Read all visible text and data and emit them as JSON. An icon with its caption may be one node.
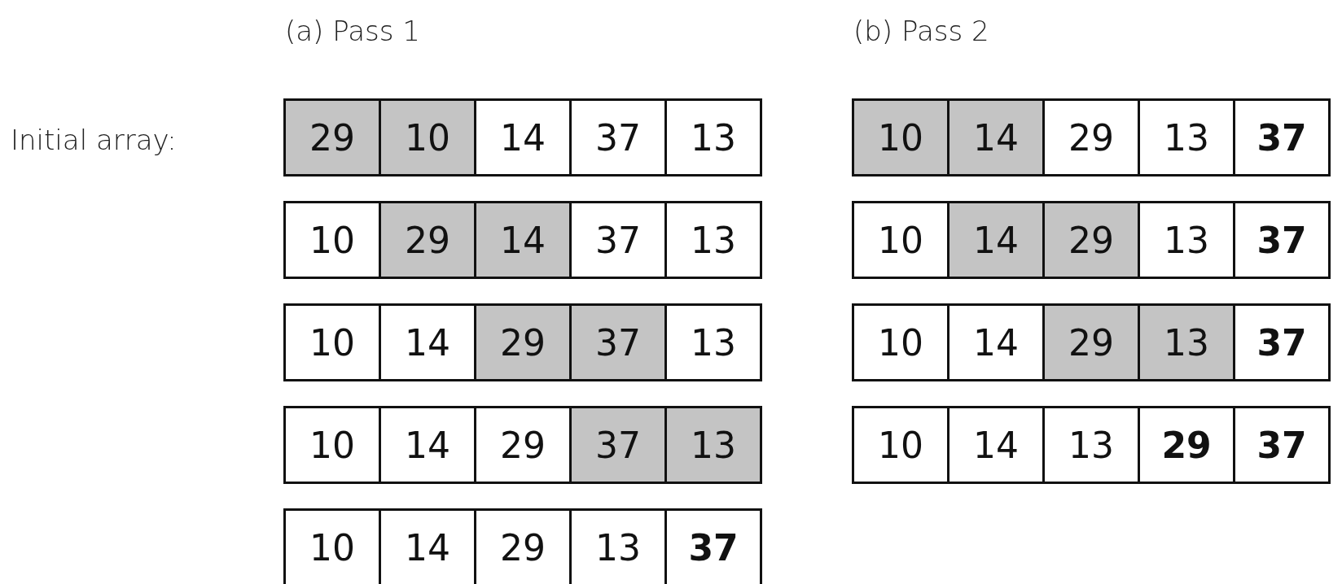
{
  "diagram": {
    "nodes": [
      {
        "text": [
          "29"
        ]
      },
      {
        "text": [
          "10"
        ]
      },
      {
        "text": [
          "14"
        ]
      },
      {
        "text": [
          "37"
        ]
      },
      {
        "text": [
          "13"
        ]
      },
      {
        "text": [
          "10"
        ]
      },
      {
        "text": [
          "29"
        ]
      },
      {
        "text": [
          "14"
        ]
      },
      {
        "text": [
          "37"
        ]
      },
      {
        "text": [
          "13"
        ]
      },
      {
        "text": [
          "10"
        ]
      },
      {
        "text": [
          "14"
        ]
      },
      {
        "text": [
          "29"
        ]
      },
      {
        "text": [
          "37"
        ]
      },
      {
        "text": [
          "13"
        ]
      },
      {
        "text": [
          "10"
        ]
      },
      {
        "text": [
          "14"
        ]
      },
      {
        "text": [
          "29"
        ]
      },
      {
        "text": [
          "37"
        ]
      },
      {
        "text": [
          "13"
        ]
      },
      {
        "text": [
          "10"
        ]
      },
      {
        "text": [
          "14"
        ]
      },
      {
        "text": [
          "29"
        ]
      },
      {
        "text": [
          "13"
        ]
      },
      {
        "text": [
          "37"
        ]
      },
      {
        "text": [
          "10"
        ]
      },
      {
        "text": [
          "14"
        ]
      },
      {
        "text": [
          "29"
        ]
      },
      {
        "text": [
          "13"
        ]
      },
      {
        "text": [
          "37"
        ]
      },
      {
        "text": [
          "10"
        ]
      },
      {
        "text": [
          "14"
        ]
      },
      {
        "text": [
          "29"
        ]
      },
      {
        "text": [
          "13"
        ]
      },
      {
        "text": [
          "37"
        ]
      },
      {
        "text": [
          "10"
        ]
      },
      {
        "text": [
          "14"
        ]
      },
      {
        "text": [
          "29"
        ]
      },
      {
        "text": [
          "13"
        ]
      },
      {
        "text": [
          "37"
        ]
      },
      {
        "text": [
          "10"
        ]
      },
      {
        "text": [
          "14"
        ]
      },
      {
        "text": [
          "13"
        ]
      },
      {
        "text": [
          "29"
        ]
      },
      {
        "text": [
          "37"
        ]
      }
    ],
    "labels": [
      "(a) Pass 1",
      "(b) Pass 2",
      "Initial array:"
    ]
  }
}
